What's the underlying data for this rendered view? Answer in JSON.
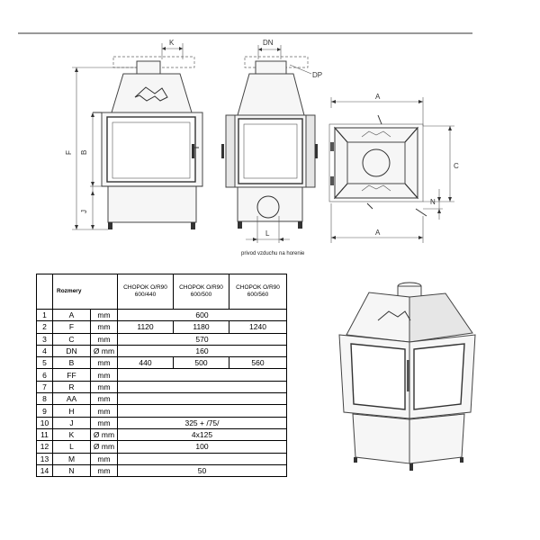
{
  "drawing": {
    "labels": {
      "K": "K",
      "DN": "DN",
      "DP": "DP",
      "F": "F",
      "B": "B",
      "J": "J",
      "L": "L",
      "A_top": "A",
      "A_bottom": "A",
      "C": "C",
      "N": "N"
    },
    "air_intake_caption": "privod vzduchu na horenie"
  },
  "table": {
    "title": "Rozmery",
    "models": [
      "CHOPOK O/R90 600/440",
      "CHOPOK O/R90 600/500",
      "CHOPOK O/R90 600/560"
    ],
    "rows": [
      {
        "n": "1",
        "param": "A",
        "unit": "mm",
        "values": [
          "600"
        ]
      },
      {
        "n": "2",
        "param": "F",
        "unit": "mm",
        "values": [
          "1120",
          "1180",
          "1240"
        ]
      },
      {
        "n": "3",
        "param": "C",
        "unit": "mm",
        "values": [
          "570"
        ]
      },
      {
        "n": "4",
        "param": "DN",
        "unit": "Ø mm",
        "values": [
          "160"
        ]
      },
      {
        "n": "5",
        "param": "B",
        "unit": "mm",
        "values": [
          "440",
          "500",
          "560"
        ]
      },
      {
        "n": "6",
        "param": "FF",
        "unit": "mm",
        "values": [
          ""
        ]
      },
      {
        "n": "7",
        "param": "R",
        "unit": "mm",
        "values": [
          ""
        ]
      },
      {
        "n": "8",
        "param": "AA",
        "unit": "mm",
        "values": [
          ""
        ]
      },
      {
        "n": "9",
        "param": "H",
        "unit": "mm",
        "values": [
          ""
        ]
      },
      {
        "n": "10",
        "param": "J",
        "unit": "mm",
        "values": [
          "325 + /75/"
        ]
      },
      {
        "n": "11",
        "param": "K",
        "unit": "Ø mm",
        "values": [
          "4x125"
        ]
      },
      {
        "n": "12",
        "param": "L",
        "unit": "Ø mm",
        "values": [
          "100"
        ]
      },
      {
        "n": "13",
        "param": "M",
        "unit": "mm",
        "values": [
          ""
        ]
      },
      {
        "n": "14",
        "param": "N",
        "unit": "mm",
        "values": [
          "50"
        ]
      }
    ]
  }
}
